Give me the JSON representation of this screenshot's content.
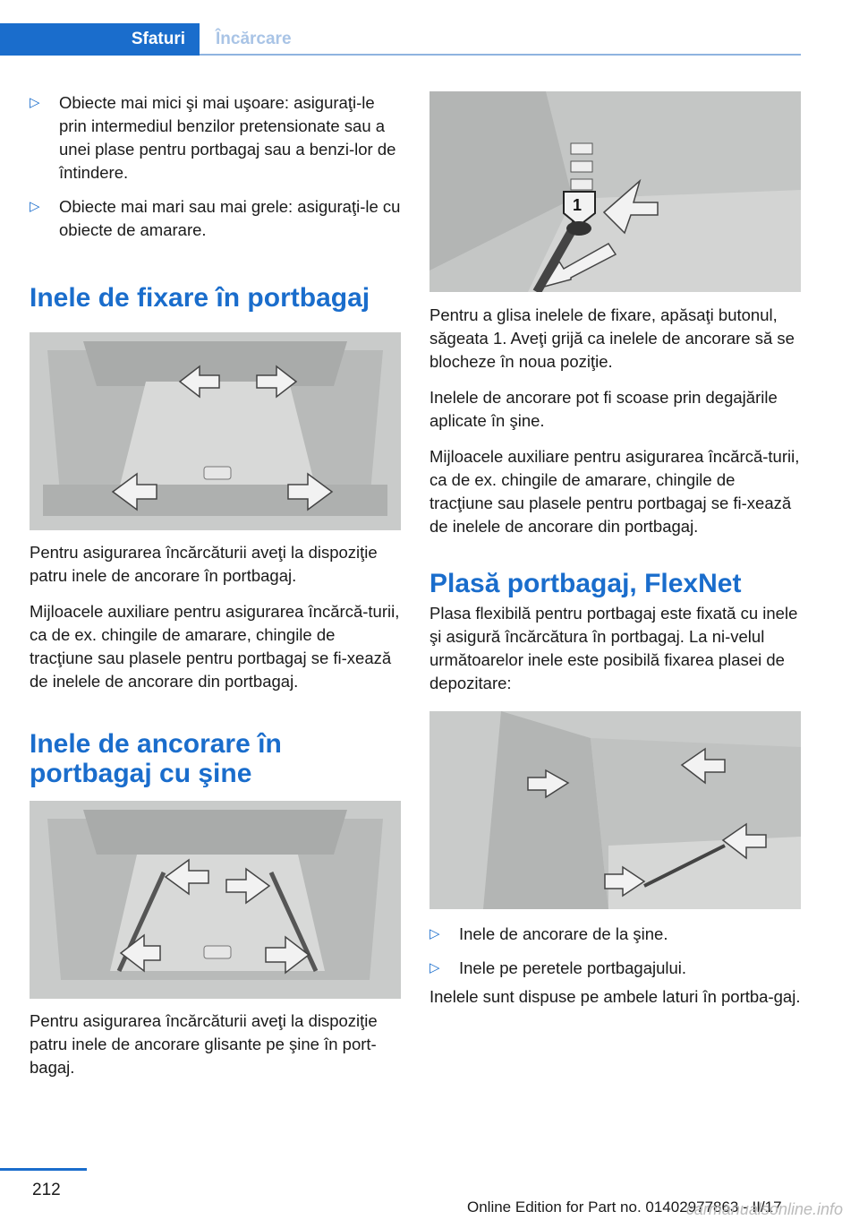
{
  "header": {
    "tab_active": "Sfaturi",
    "tab_inactive": "Încărcare"
  },
  "left": {
    "bullets": [
      "Obiecte mai mici şi mai uşoare: asiguraţi-le prin intermediul benzilor pretensionate sau a unei plase pentru portbagaj sau a benzi‐lor de întindere.",
      "Obiecte mai mari sau mai grele: asiguraţi-le cu obiecte de amarare."
    ],
    "heading1": "Inele de fixare în portbagaj",
    "para1": "Pentru asigurarea încărcăturii aveţi la dispoziţie patru inele de ancorare în portbagaj.",
    "para2": "Mijloacele auxiliare pentru asigurarea încărcă‐turii, ca de ex. chingile de amarare, chingile de tracţiune sau plasele pentru portbagaj se fi‐xează de inelele de ancorare din portbagaj.",
    "heading2_line1": "Inele de ancorare în",
    "heading2_line2": "portbagaj cu şine",
    "para3": "Pentru asigurarea încărcăturii aveţi la dispoziţie patru inele de ancorare glisante pe şine în port‐bagaj."
  },
  "right": {
    "figure_callout": "1",
    "para1": "Pentru a glisa inelele de fixare, apăsaţi butonul, săgeata 1. Aveţi grijă ca inelele de ancorare să se blocheze în noua poziţie.",
    "para2": "Inelele de ancorare pot fi scoase prin degajările aplicate în şine.",
    "para3": "Mijloacele auxiliare pentru asigurarea încărcă‐turii, ca de ex. chingile de amarare, chingile de tracţiune sau plasele pentru portbagaj se fi‐xează de inelele de ancorare din portbagaj.",
    "heading3": "Plasă portbagaj, FlexNet",
    "para4": "Plasa flexibilă pentru portbagaj este fixată cu inele şi asigură încărcătura în portbagaj. La ni‐velul următoarelor inele este posibilă fixarea plasei de depozitare:",
    "bullets": [
      "Inele de ancorare de la şine.",
      "Inele pe peretele portbagajului."
    ],
    "para5": "Inelele sunt dispuse pe ambele laturi în portba‐gaj."
  },
  "footer": {
    "page_number": "212",
    "edition": "Online Edition for Part no. 01402977863 - II/17",
    "watermark": "carmanualsonline.info"
  },
  "icons": {
    "bullet": "▷"
  },
  "colors": {
    "accent": "#1a6dcc"
  }
}
